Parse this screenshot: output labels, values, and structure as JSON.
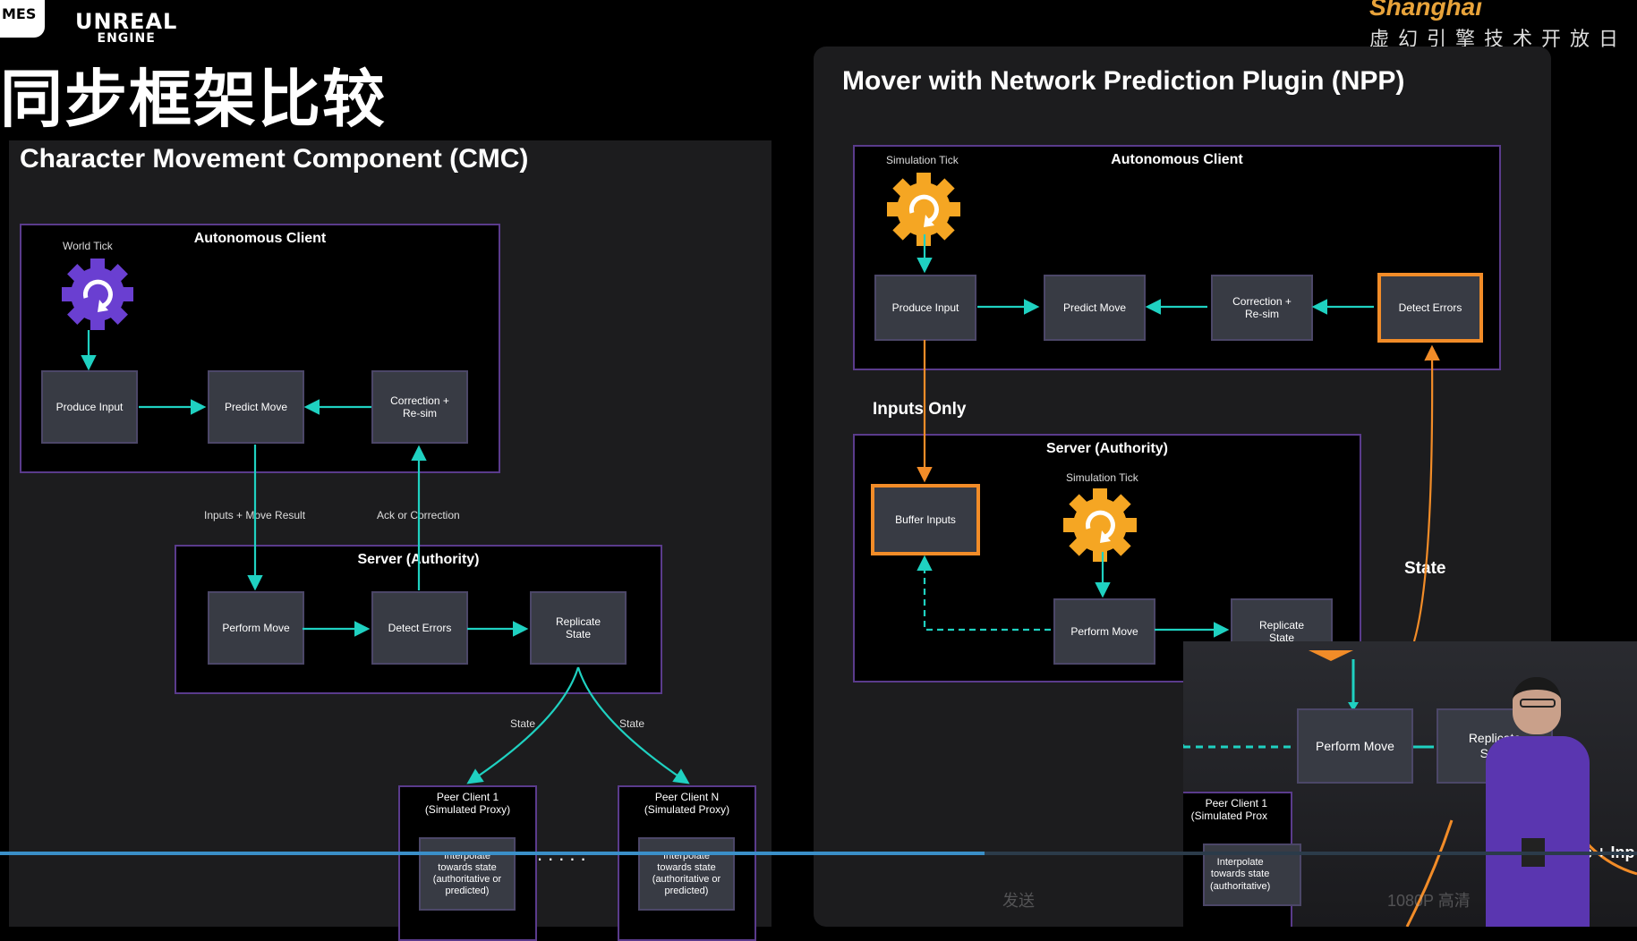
{
  "brand": {
    "left_text": "MES",
    "ue_line1": "UNREAL",
    "ue_line2": "ENGINE",
    "city": "Shanghai",
    "event": "虚幻引擎技术开放日"
  },
  "slide_title": "同步框架比较",
  "cmc": {
    "title": "Character Movement Component (CMC)",
    "client": {
      "title": "Autonomous Client",
      "tick": "World Tick",
      "nodes": {
        "produce": "Produce Input",
        "predict": "Predict Move",
        "correction": "Correction +\nRe-sim"
      }
    },
    "edges": {
      "inputs": "Inputs + Move Result",
      "ack": "Ack or Correction",
      "state_a": "State",
      "state_b": "State"
    },
    "server": {
      "title": "Server (Authority)",
      "nodes": {
        "perform": "Perform Move",
        "detect": "Detect Errors",
        "replicate": "Replicate\nState"
      }
    },
    "peer1": {
      "title": "Peer Client 1\n(Simulated Proxy)",
      "inner": "Interpolate\ntowards state\n(authoritative or\npredicted)"
    },
    "peerN": {
      "title": "Peer Client N\n(Simulated Proxy)",
      "inner": "Interpolate\ntowards state\n(authoritative or\npredicted)"
    }
  },
  "npp": {
    "title": "Mover with Network Prediction Plugin (NPP)",
    "client": {
      "title": "Autonomous Client",
      "tick": "Simulation Tick",
      "nodes": {
        "produce": "Produce Input",
        "predict": "Predict Move",
        "correction": "Correction +\nRe-sim",
        "detect": "Detect Errors"
      }
    },
    "inputs_only": "Inputs Only",
    "state_label": "State",
    "server": {
      "title": "Server (Authority)",
      "tick": "Simulation Tick",
      "nodes": {
        "buffer": "Buffer Inputs",
        "perform": "Perform Move",
        "replicate": "Replicate\nState"
      }
    }
  },
  "video": {
    "perform": "Perform Move",
    "replicate": "Replicate\nState",
    "peer": "Peer Client 1\n(Simulated Prox",
    "inner": "Interpolate\ntowards state\n(authoritative)",
    "state_input": "State + Inp"
  },
  "player": {
    "quality": "1080P 高清",
    "send": "发送"
  },
  "colors": {
    "purple_border": "#5a3b8c",
    "teal": "#1fd1c1",
    "orange": "#f28c28",
    "gear_purple": "#6a3fd1",
    "gear_orange": "#f5a623"
  }
}
